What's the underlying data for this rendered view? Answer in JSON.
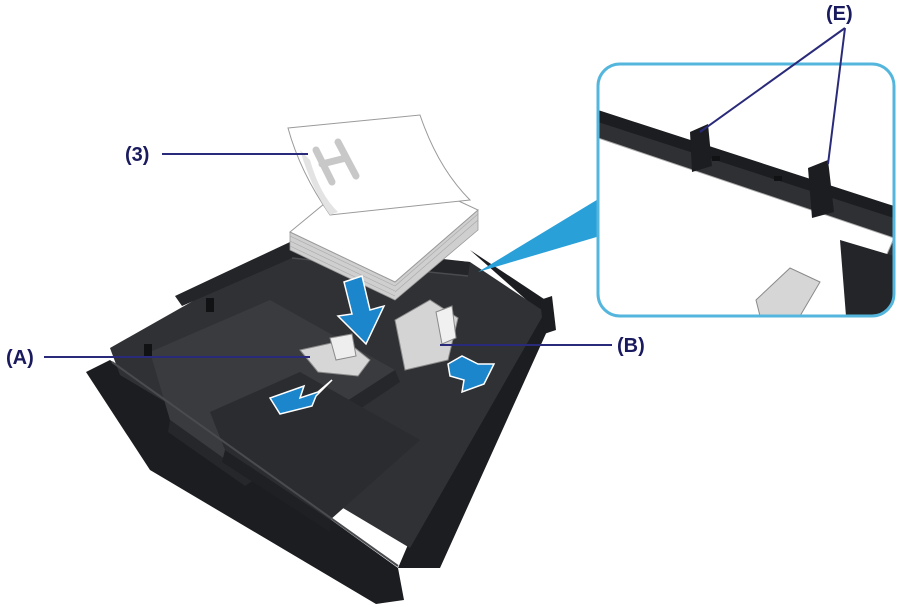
{
  "labels": {
    "paper_stack": "(3)",
    "front_guide": "(A)",
    "side_guide": "(B)",
    "guide_tabs": "(E)"
  },
  "colors": {
    "callout_line": "#2a2a7a",
    "label_text": "#1a1a5e",
    "cassette": "#2f3033",
    "cassette_dark": "#1c1d20",
    "cassette_highlight": "#4a4b4f",
    "arrow": "#1b86cc",
    "zoom_border": "#55b6dd",
    "zoom_beam": "#2aa0d8",
    "paper": "#ffffff",
    "paper_shade": "#d9d9d9"
  }
}
